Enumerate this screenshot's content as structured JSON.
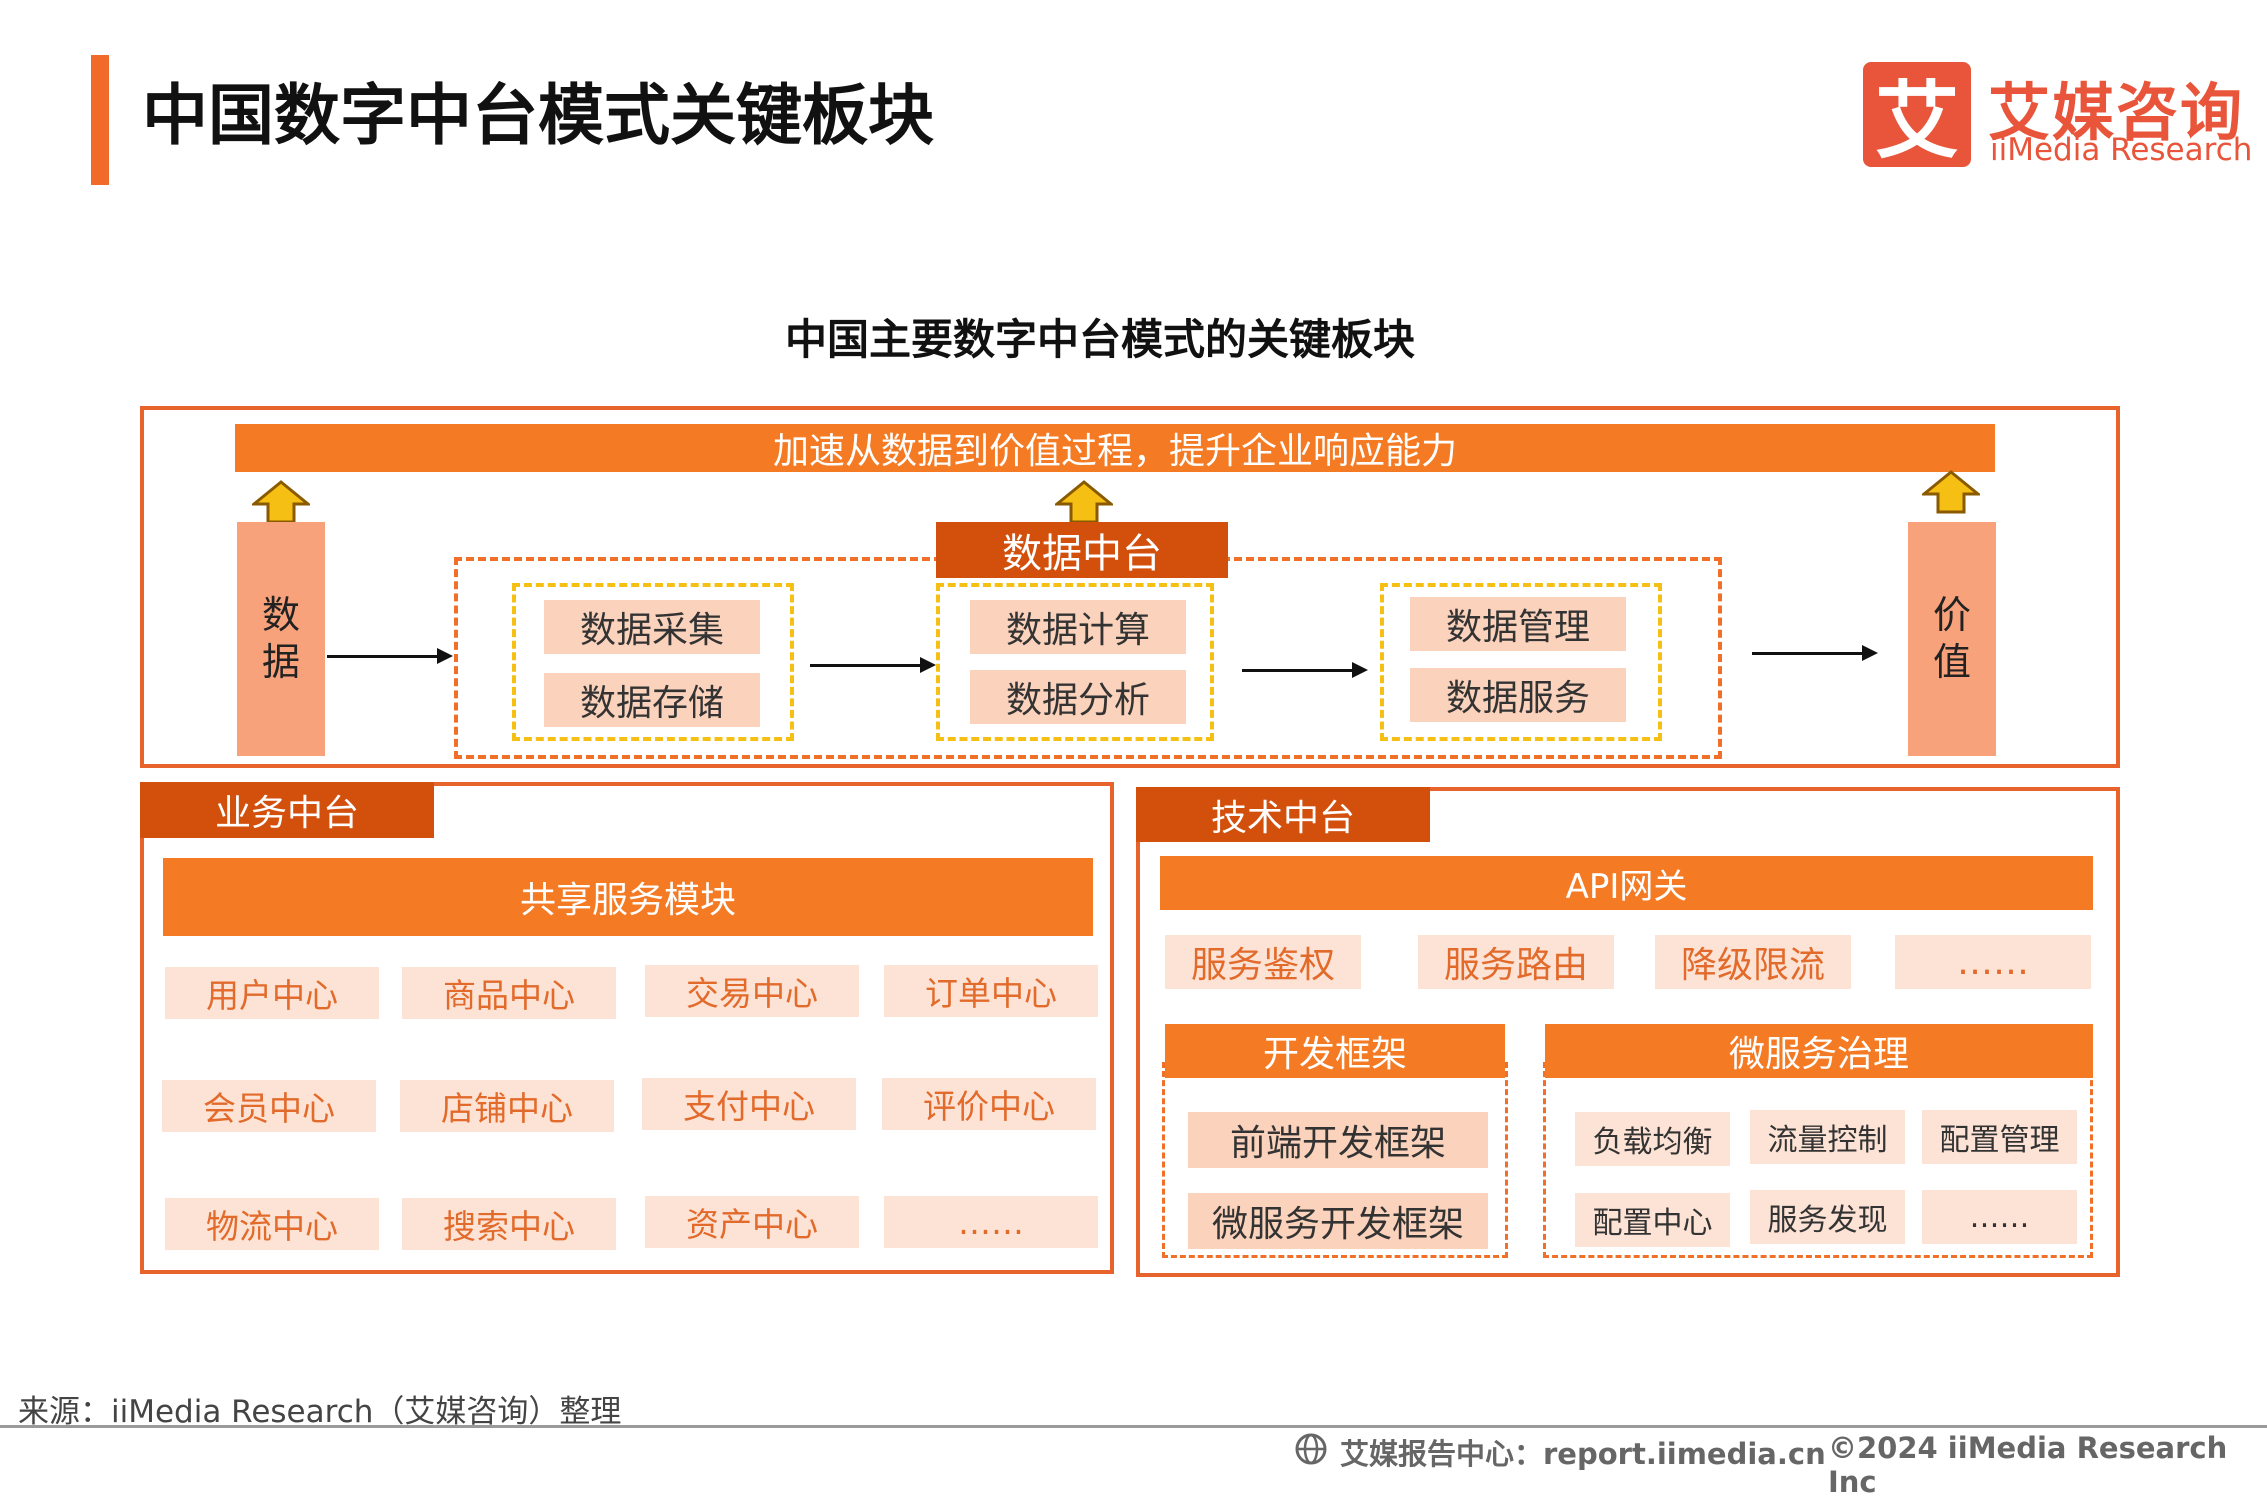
{
  "header": {
    "title": "中国数字中台模式关键板块",
    "logo_mark": "艾",
    "logo_cn": "艾媒咨询",
    "logo_en": "iiMedia Research"
  },
  "diagram": {
    "title": "中国主要数字中台模式的关键板块",
    "top_banner": "加速从数据到价值过程，提升企业响应能力",
    "left_column": "数\n据",
    "right_column": "价\n值",
    "data_platform": {
      "label": "数据中台",
      "groups": [
        [
          "数据采集",
          "数据存储"
        ],
        [
          "数据计算",
          "数据分析"
        ],
        [
          "数据管理",
          "数据服务"
        ]
      ]
    },
    "business_platform": {
      "label": "业务中台",
      "banner": "共享服务模块",
      "items": [
        [
          "用户中心",
          "商品中心",
          "交易中心",
          "订单中心"
        ],
        [
          "会员中心",
          "店铺中心",
          "支付中心",
          "评价中心"
        ],
        [
          "物流中心",
          "搜索中心",
          "资产中心",
          "……"
        ]
      ]
    },
    "tech_platform": {
      "label": "技术中台",
      "banner": "API网关",
      "gateway_items": [
        "服务鉴权",
        "服务路由",
        "降级限流",
        "……"
      ],
      "dev_framework": {
        "label": "开发框架",
        "items": [
          "前端开发框架",
          "微服务开发框架"
        ]
      },
      "microservice_governance": {
        "label": "微服务治理",
        "items": [
          [
            "负载均衡",
            "流量控制",
            "配置管理"
          ],
          [
            "配置中心",
            "服务发现",
            "……"
          ]
        ]
      }
    },
    "colors": {
      "accent": "#f47a23",
      "tab": "#d24f0c",
      "chip": "#fbd2bb",
      "dash_yellow": "#f5c013"
    }
  },
  "footer": {
    "source": "来源：iiMedia Research（艾媒咨询）整理",
    "report_center": "艾媒报告中心：report.iimedia.cn",
    "copyright": "©2024  iiMedia Research  Inc"
  }
}
